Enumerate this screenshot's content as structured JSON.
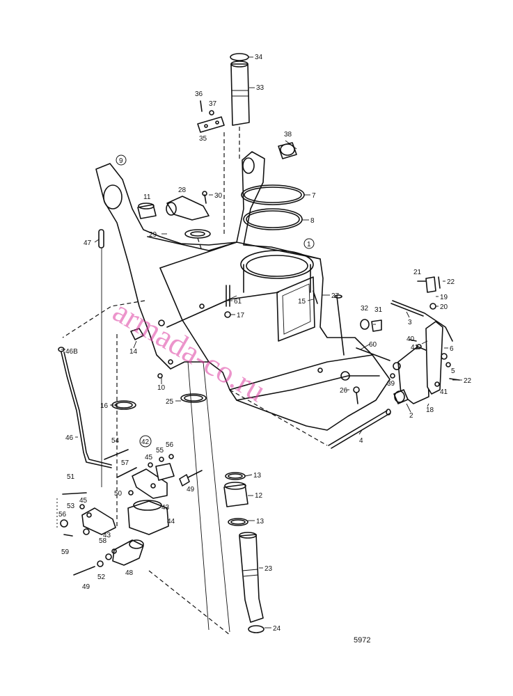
{
  "drawing_number": "5972",
  "watermark": "armada-co.ru",
  "colors": {
    "ink": "#111111",
    "watermark": "#dc3ca0",
    "paper": "#ffffff"
  },
  "callouts": {
    "c1": "1",
    "c2": "2",
    "c3": "3",
    "c4": "4",
    "c5": "5",
    "c6": "6",
    "c7": "7",
    "c8": "8",
    "c9": "9",
    "c10": "10",
    "c11": "11",
    "c12": "12",
    "c13a": "13",
    "c13b": "13",
    "c14": "14",
    "c15": "15",
    "c16": "16",
    "c17": "17",
    "c18": "18",
    "c19": "19",
    "c20": "20",
    "c21": "21",
    "c22a": "22",
    "c22b": "22",
    "c23": "23",
    "c24": "24",
    "c25": "25",
    "c26": "26",
    "c27": "27",
    "c28": "28",
    "c29": "29",
    "c30": "30",
    "c31": "31",
    "c32": "32",
    "c33": "33",
    "c34": "34",
    "c35": "35",
    "c36": "36",
    "c37": "37",
    "c38": "38",
    "c39": "39",
    "c40": "40",
    "c41a": "41",
    "c41b": "41",
    "c42": "42",
    "c43a": "43",
    "c43b": "43",
    "c44": "44",
    "c45a": "45",
    "c45b": "45",
    "c46": "46",
    "c46b": "46B",
    "c47": "47",
    "c48": "48",
    "c49a": "49",
    "c49b": "49",
    "c50": "50",
    "c51": "51",
    "c52": "52",
    "c53": "53",
    "c54": "54",
    "c55": "55",
    "c56a": "56",
    "c56b": "56",
    "c57": "57",
    "c58": "58",
    "c59": "59",
    "c60": "60",
    "c61": "61"
  }
}
